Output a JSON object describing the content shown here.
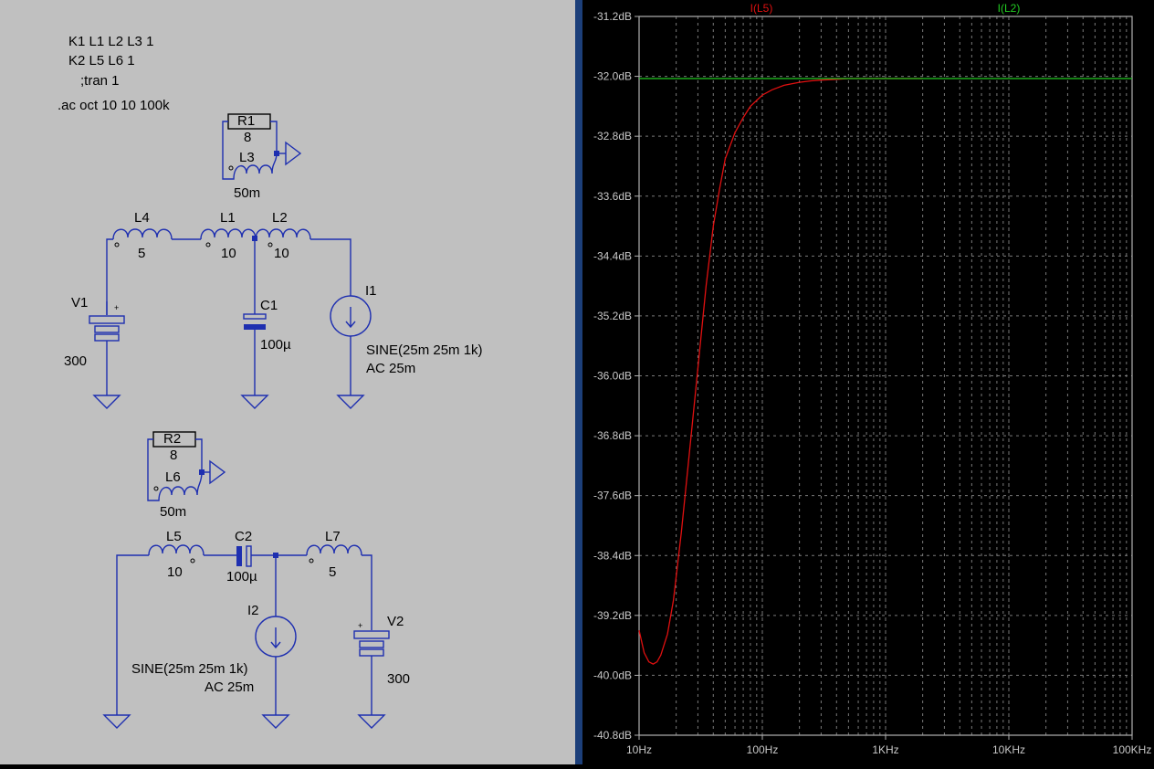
{
  "schematic": {
    "directives": [
      "K1 L1 L2 L3 1",
      "K2 L5 L6 1",
      ";tran 1",
      ".ac oct 10 10 100k"
    ],
    "components": {
      "R1": {
        "name": "R1",
        "value": "8"
      },
      "L3": {
        "name": "L3",
        "value": "50m"
      },
      "L4": {
        "name": "L4",
        "value": "5"
      },
      "L1": {
        "name": "L1",
        "value": "10"
      },
      "L2": {
        "name": "L2",
        "value": "10"
      },
      "V1": {
        "name": "V1",
        "value": "300"
      },
      "C1": {
        "name": "C1",
        "value": "100µ"
      },
      "I1": {
        "name": "I1",
        "value_line1": "SINE(25m 25m 1k)",
        "value_line2": "AC 25m"
      },
      "R2": {
        "name": "R2",
        "value": "8"
      },
      "L6": {
        "name": "L6",
        "value": "50m"
      },
      "L5": {
        "name": "L5",
        "value": "10"
      },
      "C2": {
        "name": "C2",
        "value": "100µ"
      },
      "L7": {
        "name": "L7",
        "value": "5"
      },
      "I2": {
        "name": "I2",
        "value_line1": "SINE(25m 25m 1k)",
        "value_line2": "AC 25m"
      },
      "V2": {
        "name": "V2",
        "value": "300"
      }
    },
    "colors": {
      "background": "#c0c0c0",
      "wire": "#1e2fb0",
      "text": "#000000"
    }
  },
  "plot": {
    "colors": {
      "background": "#000000",
      "grid": "#7a7a7a",
      "trace1": "#e01010",
      "trace2": "#22cc22",
      "axis_text": "#c8c8c8"
    }
  },
  "chart_data": {
    "type": "line",
    "x_scale": "log",
    "xlim": [
      10,
      100000
    ],
    "ylim": [
      -40.8,
      -31.2
    ],
    "x_ticks": [
      10,
      100,
      1000,
      10000,
      100000
    ],
    "x_tick_labels": [
      "10Hz",
      "100Hz",
      "1KHz",
      "10KHz",
      "100KHz"
    ],
    "y_ticks": [
      -31.2,
      -32.0,
      -32.8,
      -33.6,
      -34.4,
      -35.2,
      -36.0,
      -36.8,
      -37.6,
      -38.4,
      -39.2,
      -40.0,
      -40.8
    ],
    "y_tick_labels": [
      "-31.2dB",
      "-32.0dB",
      "-32.8dB",
      "-33.6dB",
      "-34.4dB",
      "-35.2dB",
      "-36.0dB",
      "-36.8dB",
      "-37.6dB",
      "-38.4dB",
      "-39.2dB",
      "-40.0dB",
      "-40.8dB"
    ],
    "grid": true,
    "series": [
      {
        "name": "I(L5)",
        "color": "#e01010",
        "x": [
          10,
          11,
          12,
          13,
          14,
          15,
          17,
          19,
          22,
          25,
          30,
          35,
          40,
          45,
          50,
          60,
          70,
          80,
          100,
          120,
          150,
          200,
          250,
          300,
          400,
          500,
          700,
          1000,
          1500,
          2000
        ],
        "y": [
          -39.4,
          -39.7,
          -39.82,
          -39.85,
          -39.82,
          -39.73,
          -39.45,
          -39.0,
          -38.1,
          -37.2,
          -35.9,
          -34.8,
          -34.0,
          -33.5,
          -33.1,
          -32.75,
          -32.55,
          -32.4,
          -32.25,
          -32.18,
          -32.12,
          -32.08,
          -32.06,
          -32.05,
          -32.04,
          -32.03,
          -32.03,
          -32.03,
          -32.03,
          -32.03
        ]
      },
      {
        "name": "I(L2)",
        "color": "#22cc22",
        "x": [
          10,
          100000
        ],
        "y": [
          -32.03,
          -32.03
        ]
      }
    ]
  }
}
